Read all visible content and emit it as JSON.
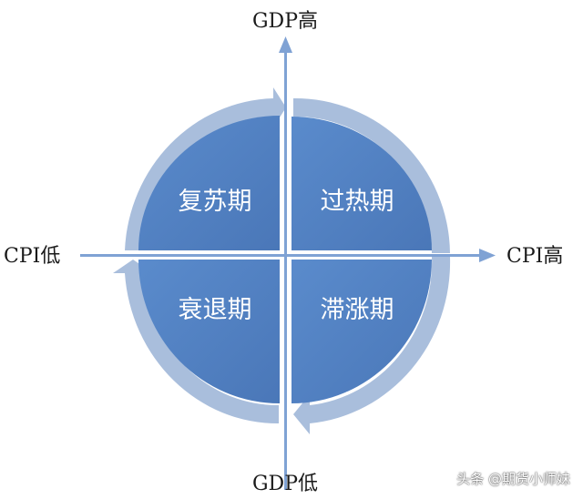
{
  "axes": {
    "top": "GDP高",
    "bottom": "GDP低",
    "left": "CPI低",
    "right": "CPI高"
  },
  "quadrants": {
    "top_left": "复苏期",
    "top_right": "过热期",
    "bottom_left": "衰退期",
    "bottom_right": "滞涨期"
  },
  "watermark": "头条 @期货小师妹",
  "colors": {
    "quadrant_fill": "#4f80c4",
    "ring_arrow": "#a9bedc",
    "axis": "#7fa2d4",
    "background": "#ffffff"
  }
}
